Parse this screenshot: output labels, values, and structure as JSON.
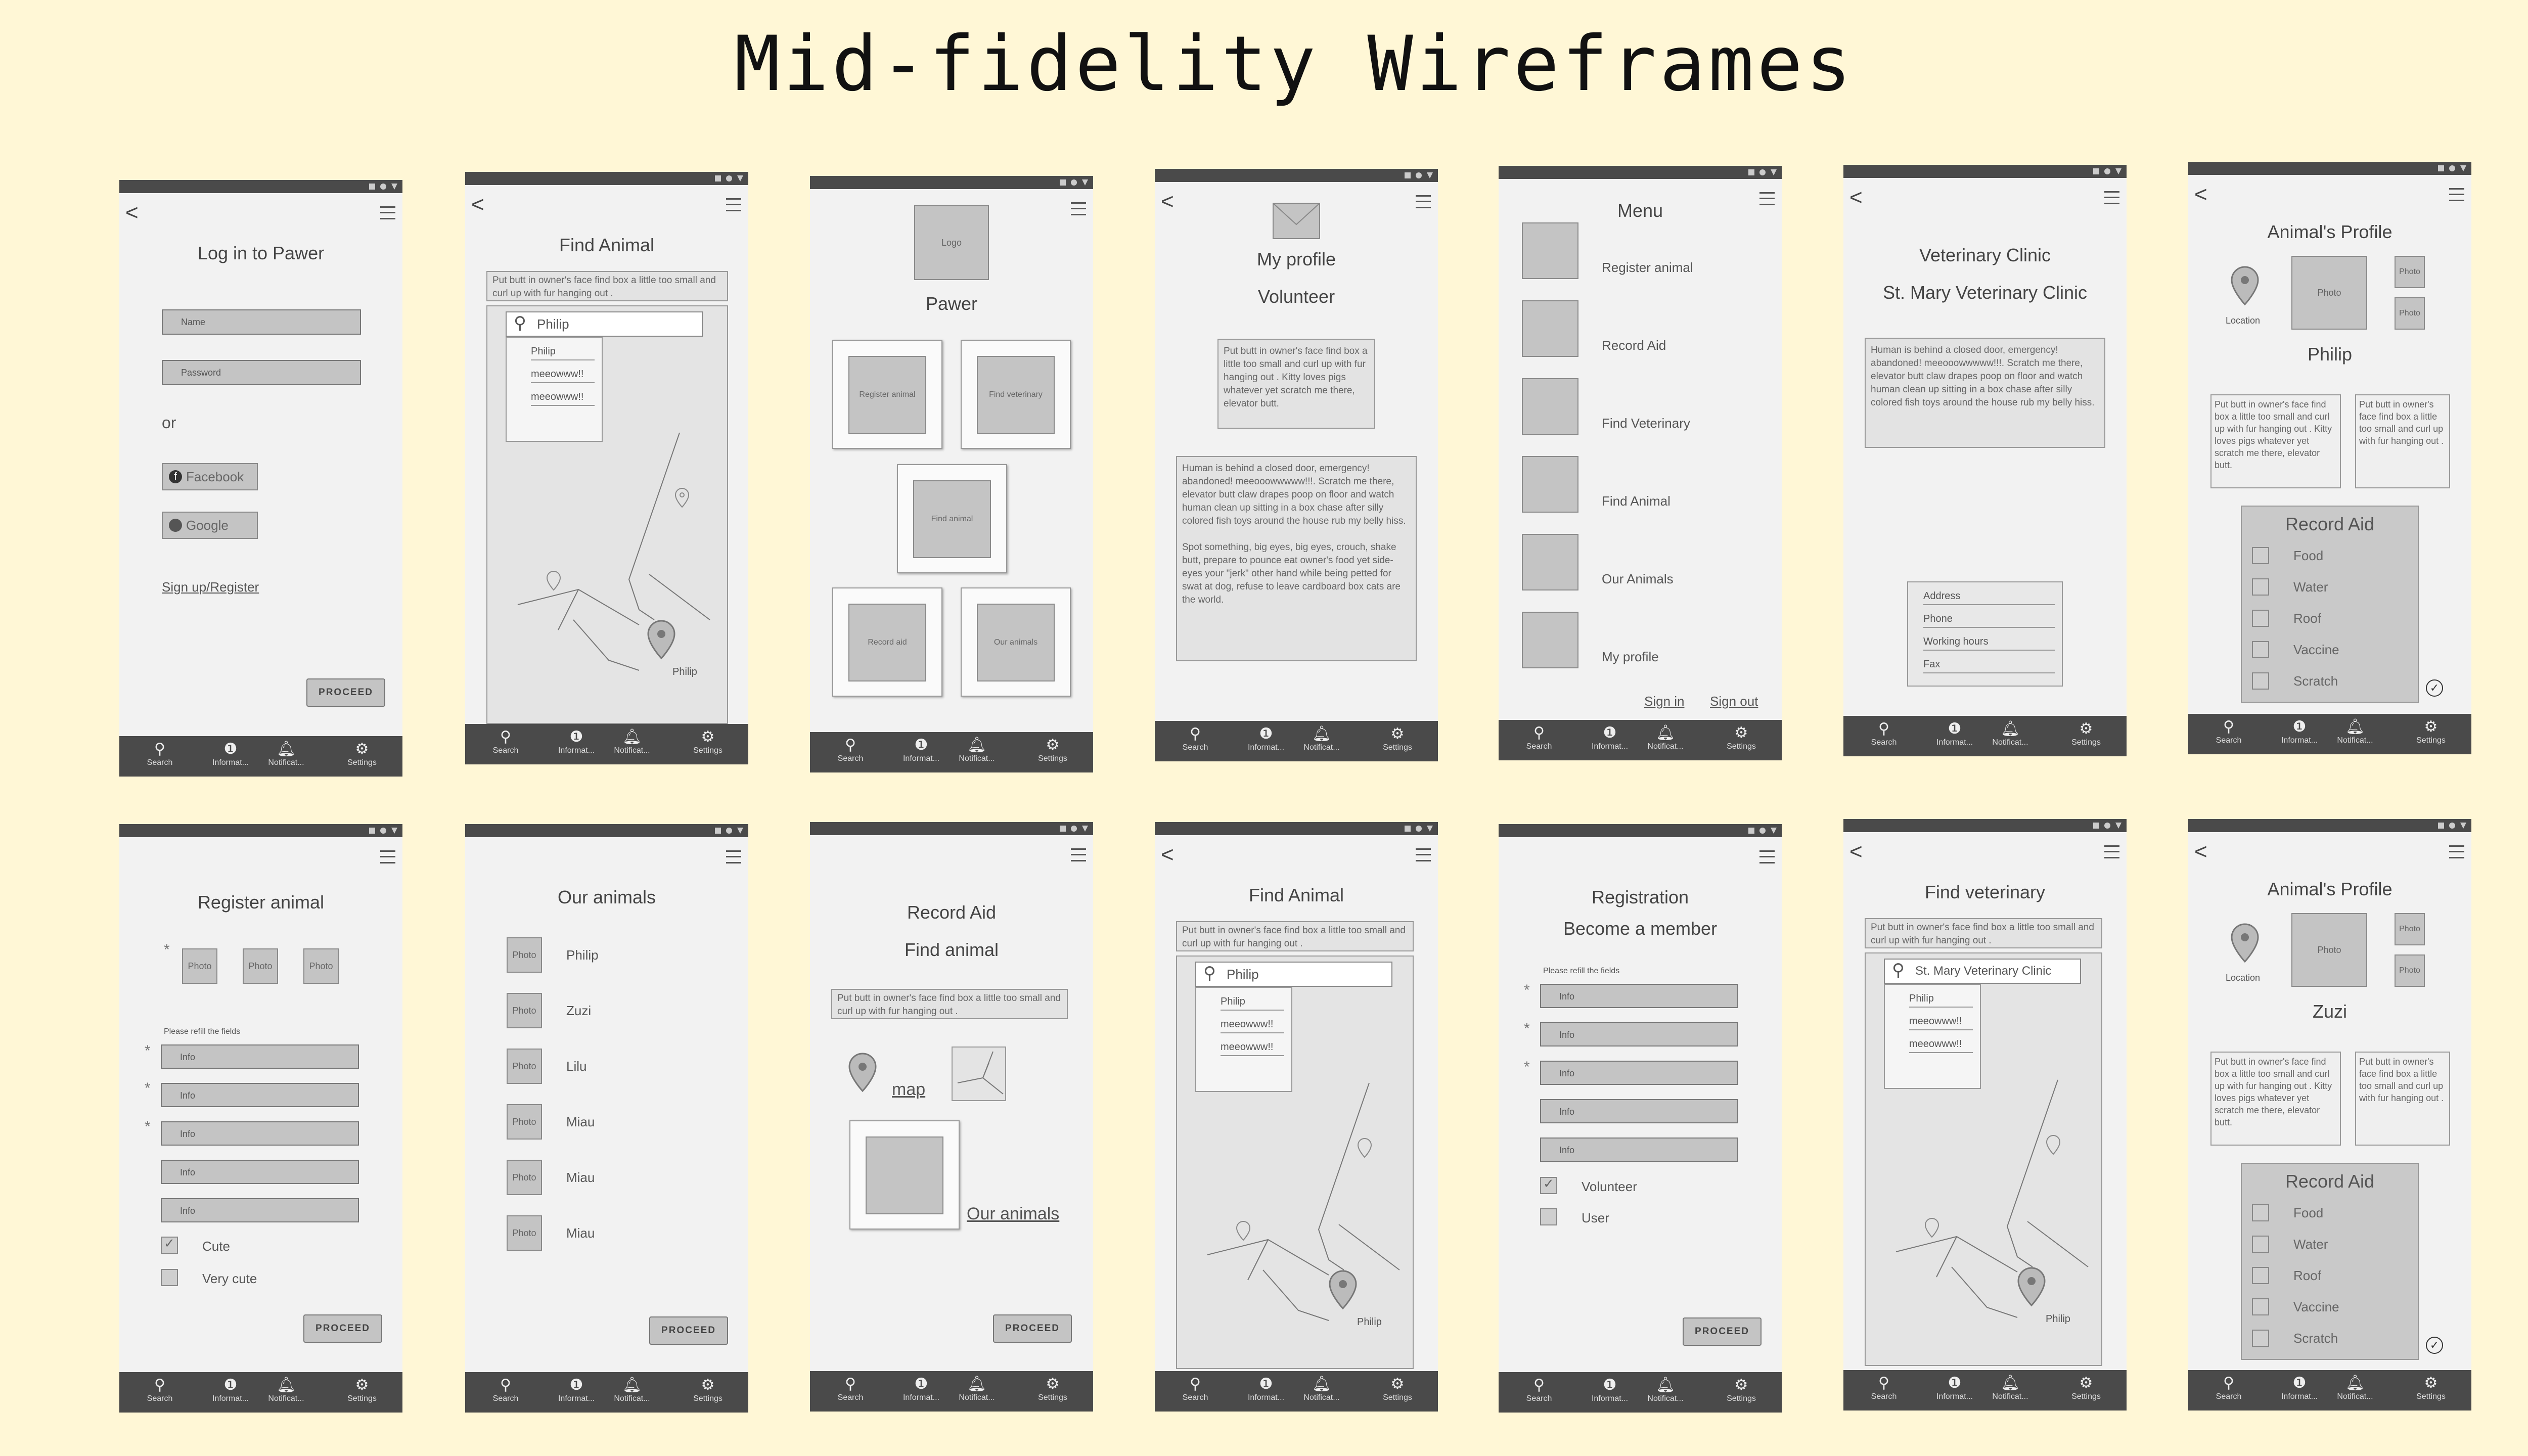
{
  "title": "Mid-fidelity Wireframes",
  "nav": [
    "Search",
    "Informat...",
    "Notificat...",
    "Settings"
  ],
  "icons": {
    "back": "arrow-left-icon",
    "menu": "hamburger-menu-icon",
    "search": "search-icon",
    "info": "info-icon",
    "bell": "bell-icon",
    "gear": "gear-icon",
    "pin": "location-pin-icon",
    "mail": "envelope-icon"
  },
  "colors": {
    "background": "#fff7d6",
    "screen": "#f2f2f2",
    "bar": "#4a4a4a",
    "box": "#c4c4c4"
  },
  "lorem_short": "Put butt in owner's face find box a little too small and curl up with fur hanging out .",
  "s1": {
    "title": "Log in to Pawer",
    "name": "Name",
    "password": "Password",
    "or": "or",
    "facebook": "Facebook",
    "google": "Google",
    "signup": "Sign up/Register",
    "proceed": "PROCEED"
  },
  "s2": {
    "title": "Find Animal",
    "search": "Philip",
    "results": [
      "Philip",
      "meeowww!!",
      "meeowww!!"
    ],
    "pin_label": "Philip"
  },
  "s3": {
    "logo": "Logo",
    "app": "Pawer",
    "cards": [
      "Register animal",
      "Find veterinary",
      "Find animal",
      "Record aid",
      "Our animals"
    ]
  },
  "s4": {
    "title": "My profile",
    "subtitle": "Volunteer",
    "bio": "Put butt in owner's face find box a little too small and curl up with fur hanging out . Kitty loves pigs whatever yet scratch me there, elevator butt.",
    "story": "Human is behind a closed door, emergency! abandoned! meeooowwwww!!!. Scratch me there, elevator butt claw drapes poop on floor and watch human clean up sitting in a box chase after silly colored fish toys around the house rub my belly hiss.",
    "story2": "Spot something, big eyes, big eyes, crouch, shake butt, prepare to pounce eat owner's food yet side-eyes your \"jerk\" other hand while being petted for swat at dog, refuse to leave cardboard box cats are the world."
  },
  "s5": {
    "title": "Menu",
    "items": [
      "Register animal",
      "Record Aid",
      "Find Veterinary",
      "Find Animal",
      "Our Animals",
      "My profile"
    ],
    "signin": "Sign in",
    "signout": "Sign out"
  },
  "s6": {
    "title": "Veterinary Clinic",
    "clinic": "St. Mary Veterinary Clinic",
    "desc": "Human is behind a closed door, emergency! abandoned! meeooowwwww!!!. Scratch me there, elevator butt claw drapes poop on floor and watch human clean up sitting in a box chase after silly colored fish toys around the house rub my belly hiss.",
    "fields": [
      "Address",
      "Phone",
      "Working hours",
      "Fax"
    ]
  },
  "s7": {
    "title": "Animal's Profile",
    "location": "Location",
    "photo": "Photo",
    "name": "Philip",
    "desc1": "Put butt in owner's face find box a little too small and curl up with fur hanging out . Kitty loves pigs whatever yet scratch me there, elevator butt.",
    "desc2": "Put butt in owner's face find box a little too small and curl up with fur hanging out .",
    "record": "Record Aid",
    "items": [
      "Food",
      "Water",
      "Roof",
      "Vaccine",
      "Scratch"
    ]
  },
  "s8": {
    "title": "Register animal",
    "photo": "Photo",
    "refill": "Please refill the fields",
    "info": "Info",
    "cute": "Cute",
    "verycute": "Very cute",
    "proceed": "PROCEED"
  },
  "s9": {
    "title": "Our animals",
    "photo": "Photo",
    "names": [
      "Philip",
      "Zuzi",
      "Lilu",
      "Miau",
      "Miau",
      "Miau"
    ],
    "proceed": "PROCEED"
  },
  "s10": {
    "title": "Record Aid",
    "subtitle": "Find animal",
    "map": "map",
    "our": "Our animals",
    "proceed": "PROCEED"
  },
  "s11": {
    "title": "Find Animal",
    "search": "Philip",
    "results": [
      "Philip",
      "meeowww!!",
      "meeowww!!"
    ],
    "pin_label": "Philip"
  },
  "s12": {
    "title": "Registration",
    "subtitle": "Become a member",
    "refill": "Please refill the fields",
    "info": "Info",
    "volunteer": "Volunteer",
    "user": "User",
    "proceed": "PROCEED"
  },
  "s13": {
    "title": "Find veterinary",
    "search": "St. Mary Veterinary Clinic",
    "results": [
      "Philip",
      "meeowww!!",
      "meeowww!!"
    ],
    "pin_label": "Philip"
  },
  "s14": {
    "title": "Animal's Profile",
    "location": "Location",
    "photo": "Photo",
    "name": "Zuzi",
    "desc1": "Put butt in owner's face find box a little too small and curl up with fur hanging out . Kitty loves pigs whatever yet scratch me there, elevator butt.",
    "desc2": "Put butt in owner's face find box a little too small and curl up with fur hanging out .",
    "record": "Record Aid",
    "items": [
      "Food",
      "Water",
      "Roof",
      "Vaccine",
      "Scratch"
    ]
  }
}
